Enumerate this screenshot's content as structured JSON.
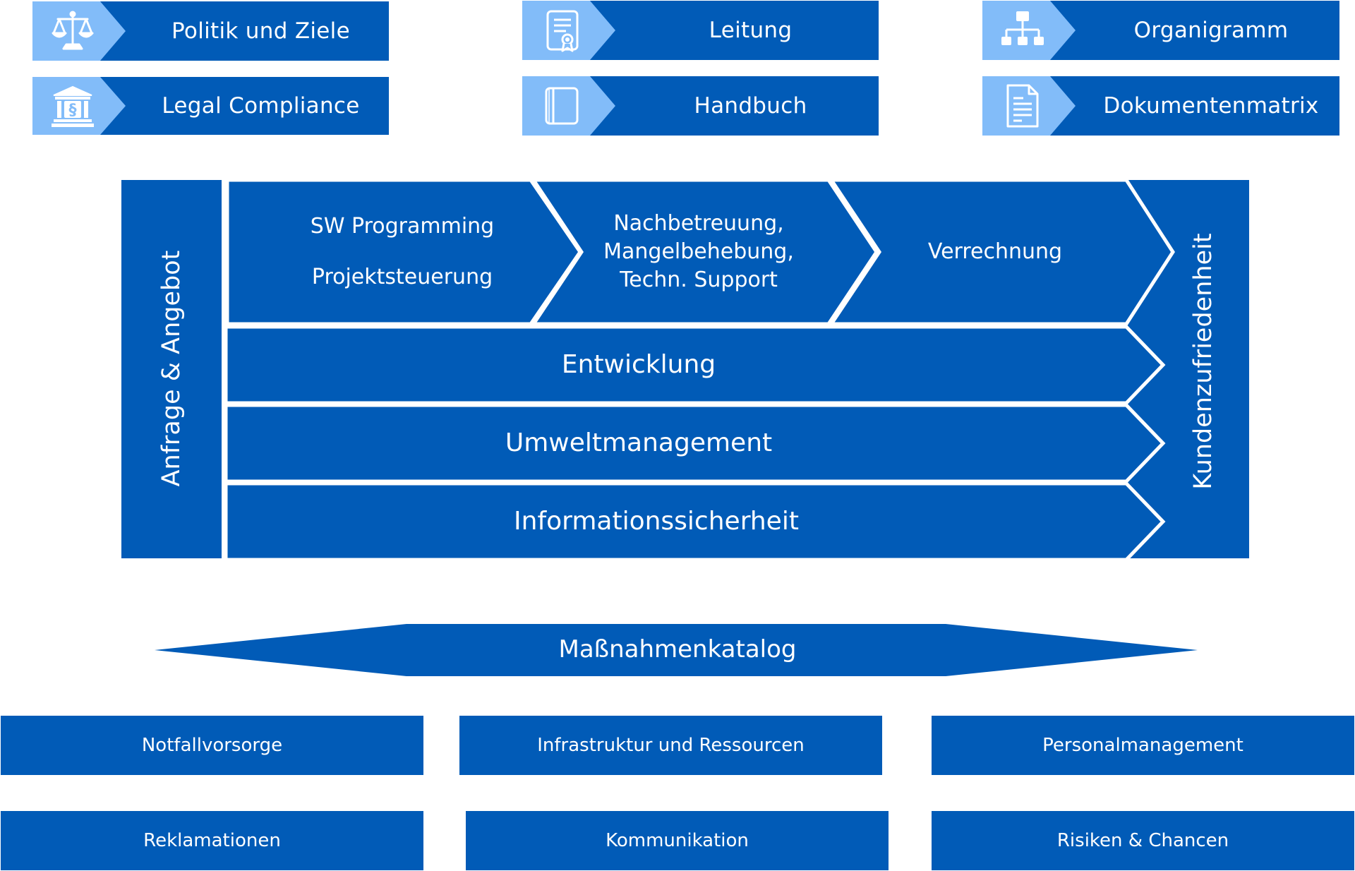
{
  "top_tiles": [
    {
      "label": "Politik und Ziele",
      "icon": "scales-icon"
    },
    {
      "label": "Leitung",
      "icon": "certificate-icon"
    },
    {
      "label": "Organigramm",
      "icon": "org-chart-icon"
    },
    {
      "label": "Legal Compliance",
      "icon": "courthouse-paragraph-icon"
    },
    {
      "label": "Handbuch",
      "icon": "book-icon"
    },
    {
      "label": "Dokumentenmatrix",
      "icon": "document-icon"
    }
  ],
  "process": {
    "left_label": "Anfrage & Angebot",
    "right_label": "Kundenzufriedenheit",
    "steps": [
      {
        "line1": "SW Programming",
        "line2": "Projektsteuerung"
      },
      {
        "text": "Nachbetreuung,\nMangelbehebung,\nTechn. Support"
      },
      {
        "text": "Verrechnung"
      }
    ],
    "lanes": [
      "Entwicklung",
      "Umweltmanagement",
      "Informationssicherheit"
    ]
  },
  "catalog": {
    "label": "Maßnahmenkatalog"
  },
  "bottom_boxes": [
    "Notfallvorsorge",
    "Infrastruktur und Ressourcen",
    "Personalmanagement",
    "Reklamationen",
    "Kommunikation",
    "Risiken & Chancen"
  ],
  "colors": {
    "primary": "#015bb7",
    "light": "#82bcf9",
    "text": "#ffffff"
  }
}
